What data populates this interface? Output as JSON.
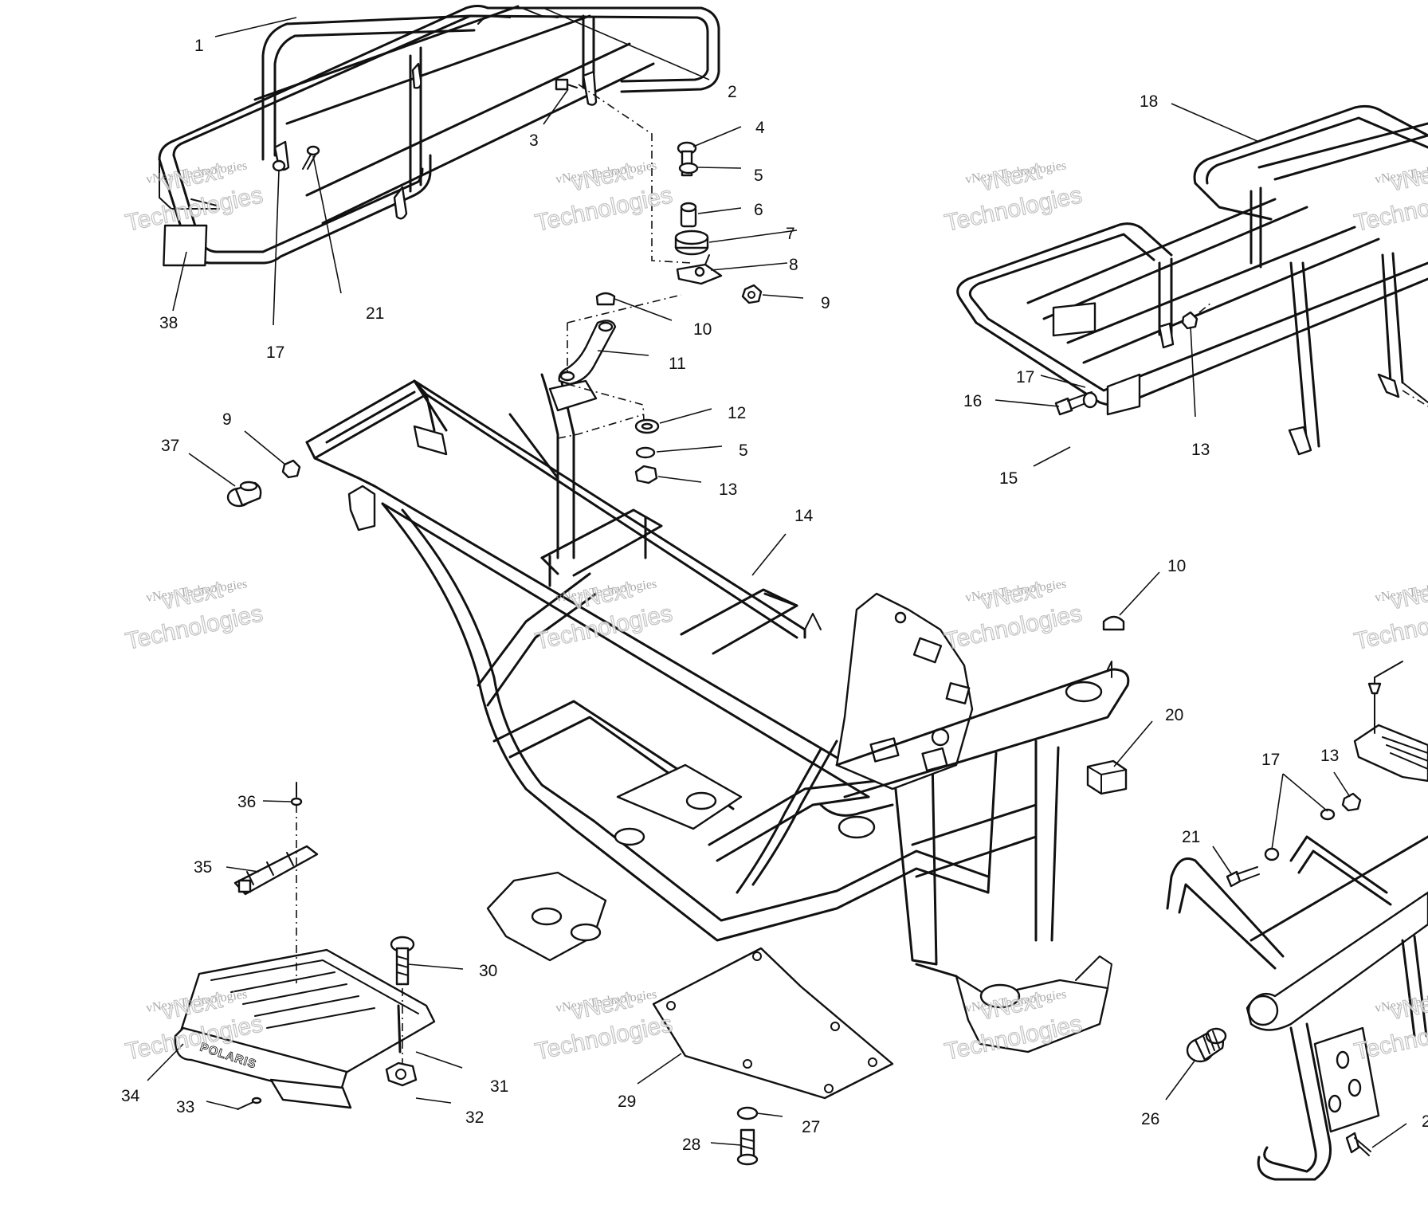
{
  "watermark": {
    "line_small": "vNext Technologies",
    "line_large_a": "vNext",
    "line_large_b": "Technologies"
  },
  "brand_text": "POLARIS",
  "callouts": {
    "c1": "1",
    "c2": "2",
    "c3": "3",
    "c4": "4",
    "c5a": "5",
    "c6": "6",
    "c7": "7",
    "c8": "8",
    "c9a": "9",
    "c10a": "10",
    "c11": "11",
    "c12": "12",
    "c5b": "5",
    "c13a": "13",
    "c14": "14",
    "c9b": "9",
    "c37": "37",
    "c38": "38",
    "c21a": "21",
    "c17a": "17",
    "c18": "18",
    "c17b": "17",
    "c16": "16",
    "c15": "15",
    "c13b": "13",
    "c10b": "10",
    "c20": "20",
    "c17c": "17",
    "c13c": "13",
    "c21b": "21",
    "c36": "36",
    "c35": "35",
    "c30": "30",
    "c34": "34",
    "c33": "33",
    "c31": "31",
    "c32": "32",
    "c29": "29",
    "c27": "27",
    "c28": "28",
    "c26": "26",
    "c2x": "2"
  }
}
